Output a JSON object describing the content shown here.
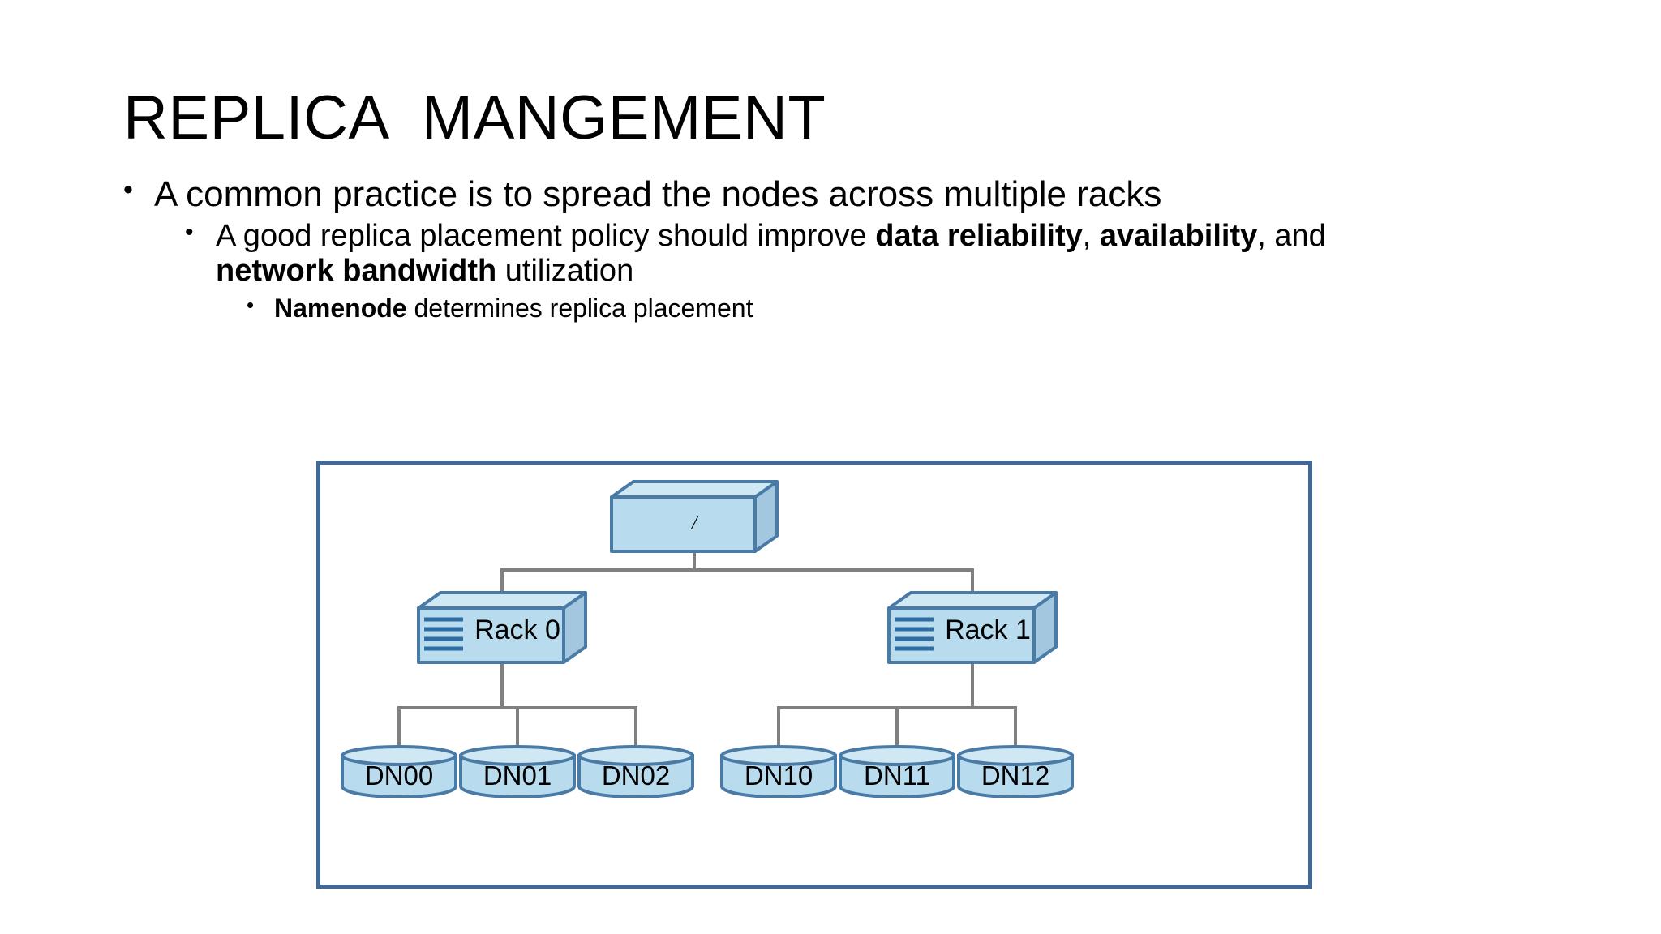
{
  "slide": {
    "title": "REPLICA  MANGEMENT",
    "bullets": [
      {
        "level": 1,
        "marker": "•",
        "runs": [
          {
            "text": "A common practice is to spread the nodes across multiple racks",
            "bold": false
          }
        ]
      },
      {
        "level": 2,
        "marker": "•",
        "runs": [
          {
            "text": "A good replica placement policy should improve ",
            "bold": false
          },
          {
            "text": "data reliability",
            "bold": true
          },
          {
            "text": ", ",
            "bold": false
          },
          {
            "text": "availability",
            "bold": true
          },
          {
            "text": ", and ",
            "bold": false
          },
          {
            "text": "network bandwidth",
            "bold": true
          },
          {
            "text": " utilization",
            "bold": false
          }
        ]
      },
      {
        "level": 3,
        "marker": "•",
        "runs": [
          {
            "text": "Namenode",
            "bold": true
          },
          {
            "text": " determines replica placement",
            "bold": false
          }
        ]
      }
    ]
  },
  "diagram": {
    "title": "hdfs-rack-topology",
    "colors": {
      "frame_border": "#40699a",
      "node_fill": "#b8dced",
      "node_fill_light": "#cfe8f4",
      "node_side": "#a3c7de",
      "node_border": "#4a7ba7",
      "connector": "#808080",
      "bar": "#2e6ca4"
    },
    "root": {
      "id": "root",
      "label": "/"
    },
    "racks": [
      {
        "id": "rack0",
        "label": "Rack 0"
      },
      {
        "id": "rack1",
        "label": "Rack 1"
      }
    ],
    "datanodes": [
      {
        "id": "dn00",
        "label": "DN00",
        "rack": "rack0"
      },
      {
        "id": "dn01",
        "label": "DN01",
        "rack": "rack0"
      },
      {
        "id": "dn02",
        "label": "DN02",
        "rack": "rack0"
      },
      {
        "id": "dn10",
        "label": "DN10",
        "rack": "rack1"
      },
      {
        "id": "dn11",
        "label": "DN11",
        "rack": "rack1"
      },
      {
        "id": "dn12",
        "label": "DN12",
        "rack": "rack1"
      }
    ]
  }
}
